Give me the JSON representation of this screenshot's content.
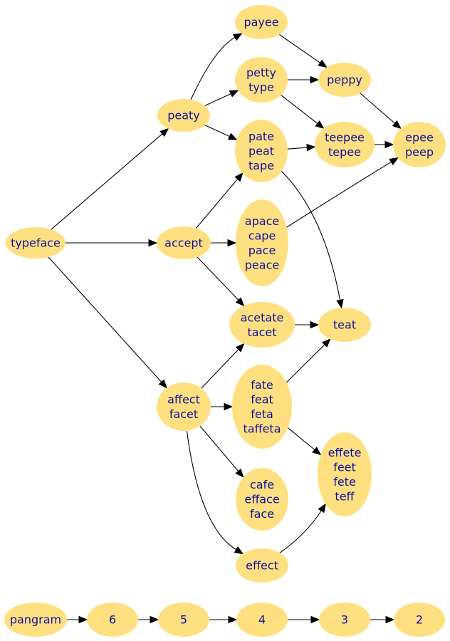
{
  "diagram": {
    "nodes": [
      {
        "id": "typeface",
        "lines": [
          "typeface"
        ]
      },
      {
        "id": "peaty",
        "lines": [
          "peaty"
        ]
      },
      {
        "id": "accept",
        "lines": [
          "accept"
        ]
      },
      {
        "id": "affect",
        "lines": [
          "affect",
          "facet"
        ]
      },
      {
        "id": "payee",
        "lines": [
          "payee"
        ]
      },
      {
        "id": "petty",
        "lines": [
          "petty",
          "type"
        ]
      },
      {
        "id": "pate",
        "lines": [
          "pate",
          "peat",
          "tape"
        ]
      },
      {
        "id": "apace",
        "lines": [
          "apace",
          "cape",
          "pace",
          "peace"
        ]
      },
      {
        "id": "acetate",
        "lines": [
          "acetate",
          "tacet"
        ]
      },
      {
        "id": "fate",
        "lines": [
          "fate",
          "feat",
          "feta",
          "taffeta"
        ]
      },
      {
        "id": "cafe",
        "lines": [
          "cafe",
          "efface",
          "face"
        ]
      },
      {
        "id": "effect",
        "lines": [
          "effect"
        ]
      },
      {
        "id": "peppy",
        "lines": [
          "peppy"
        ]
      },
      {
        "id": "teepee",
        "lines": [
          "teepee",
          "tepee"
        ]
      },
      {
        "id": "teat",
        "lines": [
          "teat"
        ]
      },
      {
        "id": "effete",
        "lines": [
          "effete",
          "feet",
          "fete",
          "teff"
        ]
      },
      {
        "id": "epee",
        "lines": [
          "epee",
          "peep"
        ]
      },
      {
        "id": "pangram",
        "lines": [
          "pangram"
        ]
      },
      {
        "id": "l6",
        "lines": [
          "6"
        ]
      },
      {
        "id": "l5",
        "lines": [
          "5"
        ]
      },
      {
        "id": "l4",
        "lines": [
          "4"
        ]
      },
      {
        "id": "l3",
        "lines": [
          "3"
        ]
      },
      {
        "id": "l2",
        "lines": [
          "2"
        ]
      }
    ],
    "edges": [
      [
        "typeface",
        "peaty"
      ],
      [
        "typeface",
        "accept"
      ],
      [
        "typeface",
        "affect"
      ],
      [
        "peaty",
        "payee"
      ],
      [
        "peaty",
        "petty"
      ],
      [
        "peaty",
        "pate"
      ],
      [
        "accept",
        "pate"
      ],
      [
        "accept",
        "apace"
      ],
      [
        "accept",
        "acetate"
      ],
      [
        "affect",
        "acetate"
      ],
      [
        "affect",
        "fate"
      ],
      [
        "affect",
        "cafe"
      ],
      [
        "affect",
        "effect"
      ],
      [
        "payee",
        "peppy"
      ],
      [
        "petty",
        "peppy"
      ],
      [
        "petty",
        "teepee"
      ],
      [
        "pate",
        "teepee"
      ],
      [
        "pate",
        "teat"
      ],
      [
        "peppy",
        "epee"
      ],
      [
        "teepee",
        "epee"
      ],
      [
        "apace",
        "epee"
      ],
      [
        "acetate",
        "teat"
      ],
      [
        "fate",
        "teat"
      ],
      [
        "fate",
        "effete"
      ],
      [
        "effect",
        "effete"
      ],
      [
        "pangram",
        "l6"
      ],
      [
        "l6",
        "l5"
      ],
      [
        "l5",
        "l4"
      ],
      [
        "l4",
        "l3"
      ],
      [
        "l3",
        "l2"
      ]
    ]
  }
}
